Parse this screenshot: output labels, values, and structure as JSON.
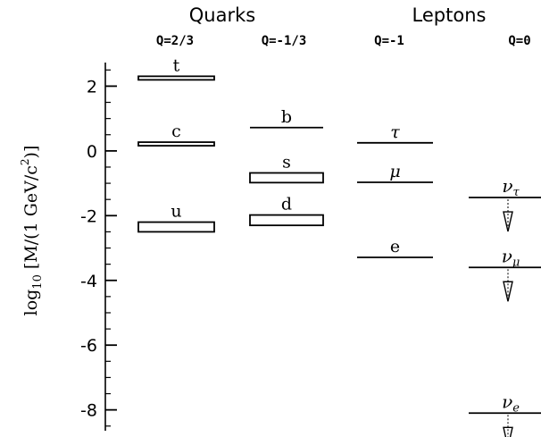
{
  "chart_data": {
    "type": "scatter",
    "title": "",
    "ylabel": "log10 [M/(1 GeV/c²)]",
    "ylabel_parts": {
      "pre": "log",
      "sub": "10",
      "mid": " [M/(1 GeV/c",
      "sup": "2",
      "post": ")]"
    },
    "ylim": [
      -8.7,
      2.95
    ],
    "yticks": [
      2,
      0,
      -2,
      -4,
      -6,
      -8
    ],
    "ytick_labels": [
      "2",
      "0",
      "-2",
      "-4",
      "-6",
      "-8"
    ],
    "minor_tick_step": 0.5,
    "groups": [
      {
        "name": "Quarks"
      },
      {
        "name": "Leptons"
      }
    ],
    "columns": [
      {
        "charge": "Q=2/3"
      },
      {
        "charge": "Q=-1/3"
      },
      {
        "charge": "Q=-1"
      },
      {
        "charge": "Q=0"
      }
    ],
    "particles": [
      {
        "label": "t",
        "column": 0,
        "kind": "band",
        "y_low": 2.21,
        "y_high": 2.29
      },
      {
        "label": "c",
        "column": 0,
        "kind": "band",
        "y_low": 0.17,
        "y_high": 0.26
      },
      {
        "label": "u",
        "column": 0,
        "kind": "band",
        "y_low": -2.5,
        "y_high": -2.2
      },
      {
        "label": "b",
        "column": 1,
        "kind": "line",
        "y": 0.72
      },
      {
        "label": "s",
        "column": 1,
        "kind": "band",
        "y_low": -0.98,
        "y_high": -0.68
      },
      {
        "label": "d",
        "column": 1,
        "kind": "band",
        "y_low": -2.3,
        "y_high": -1.98
      },
      {
        "label": "τ",
        "column": 2,
        "kind": "line",
        "y": 0.25
      },
      {
        "label": "μ",
        "column": 2,
        "kind": "line",
        "y": -0.97
      },
      {
        "label": "e",
        "column": 2,
        "kind": "line",
        "y": -3.29
      },
      {
        "label": "ν",
        "sub": "τ",
        "column": 3,
        "kind": "upper_limit",
        "y": -1.44
      },
      {
        "label": "ν",
        "sub": "μ",
        "column": 3,
        "kind": "upper_limit",
        "y": -3.6
      },
      {
        "label": "ν",
        "sub": "e",
        "column": 3,
        "kind": "upper_limit",
        "y": -8.1
      }
    ]
  }
}
